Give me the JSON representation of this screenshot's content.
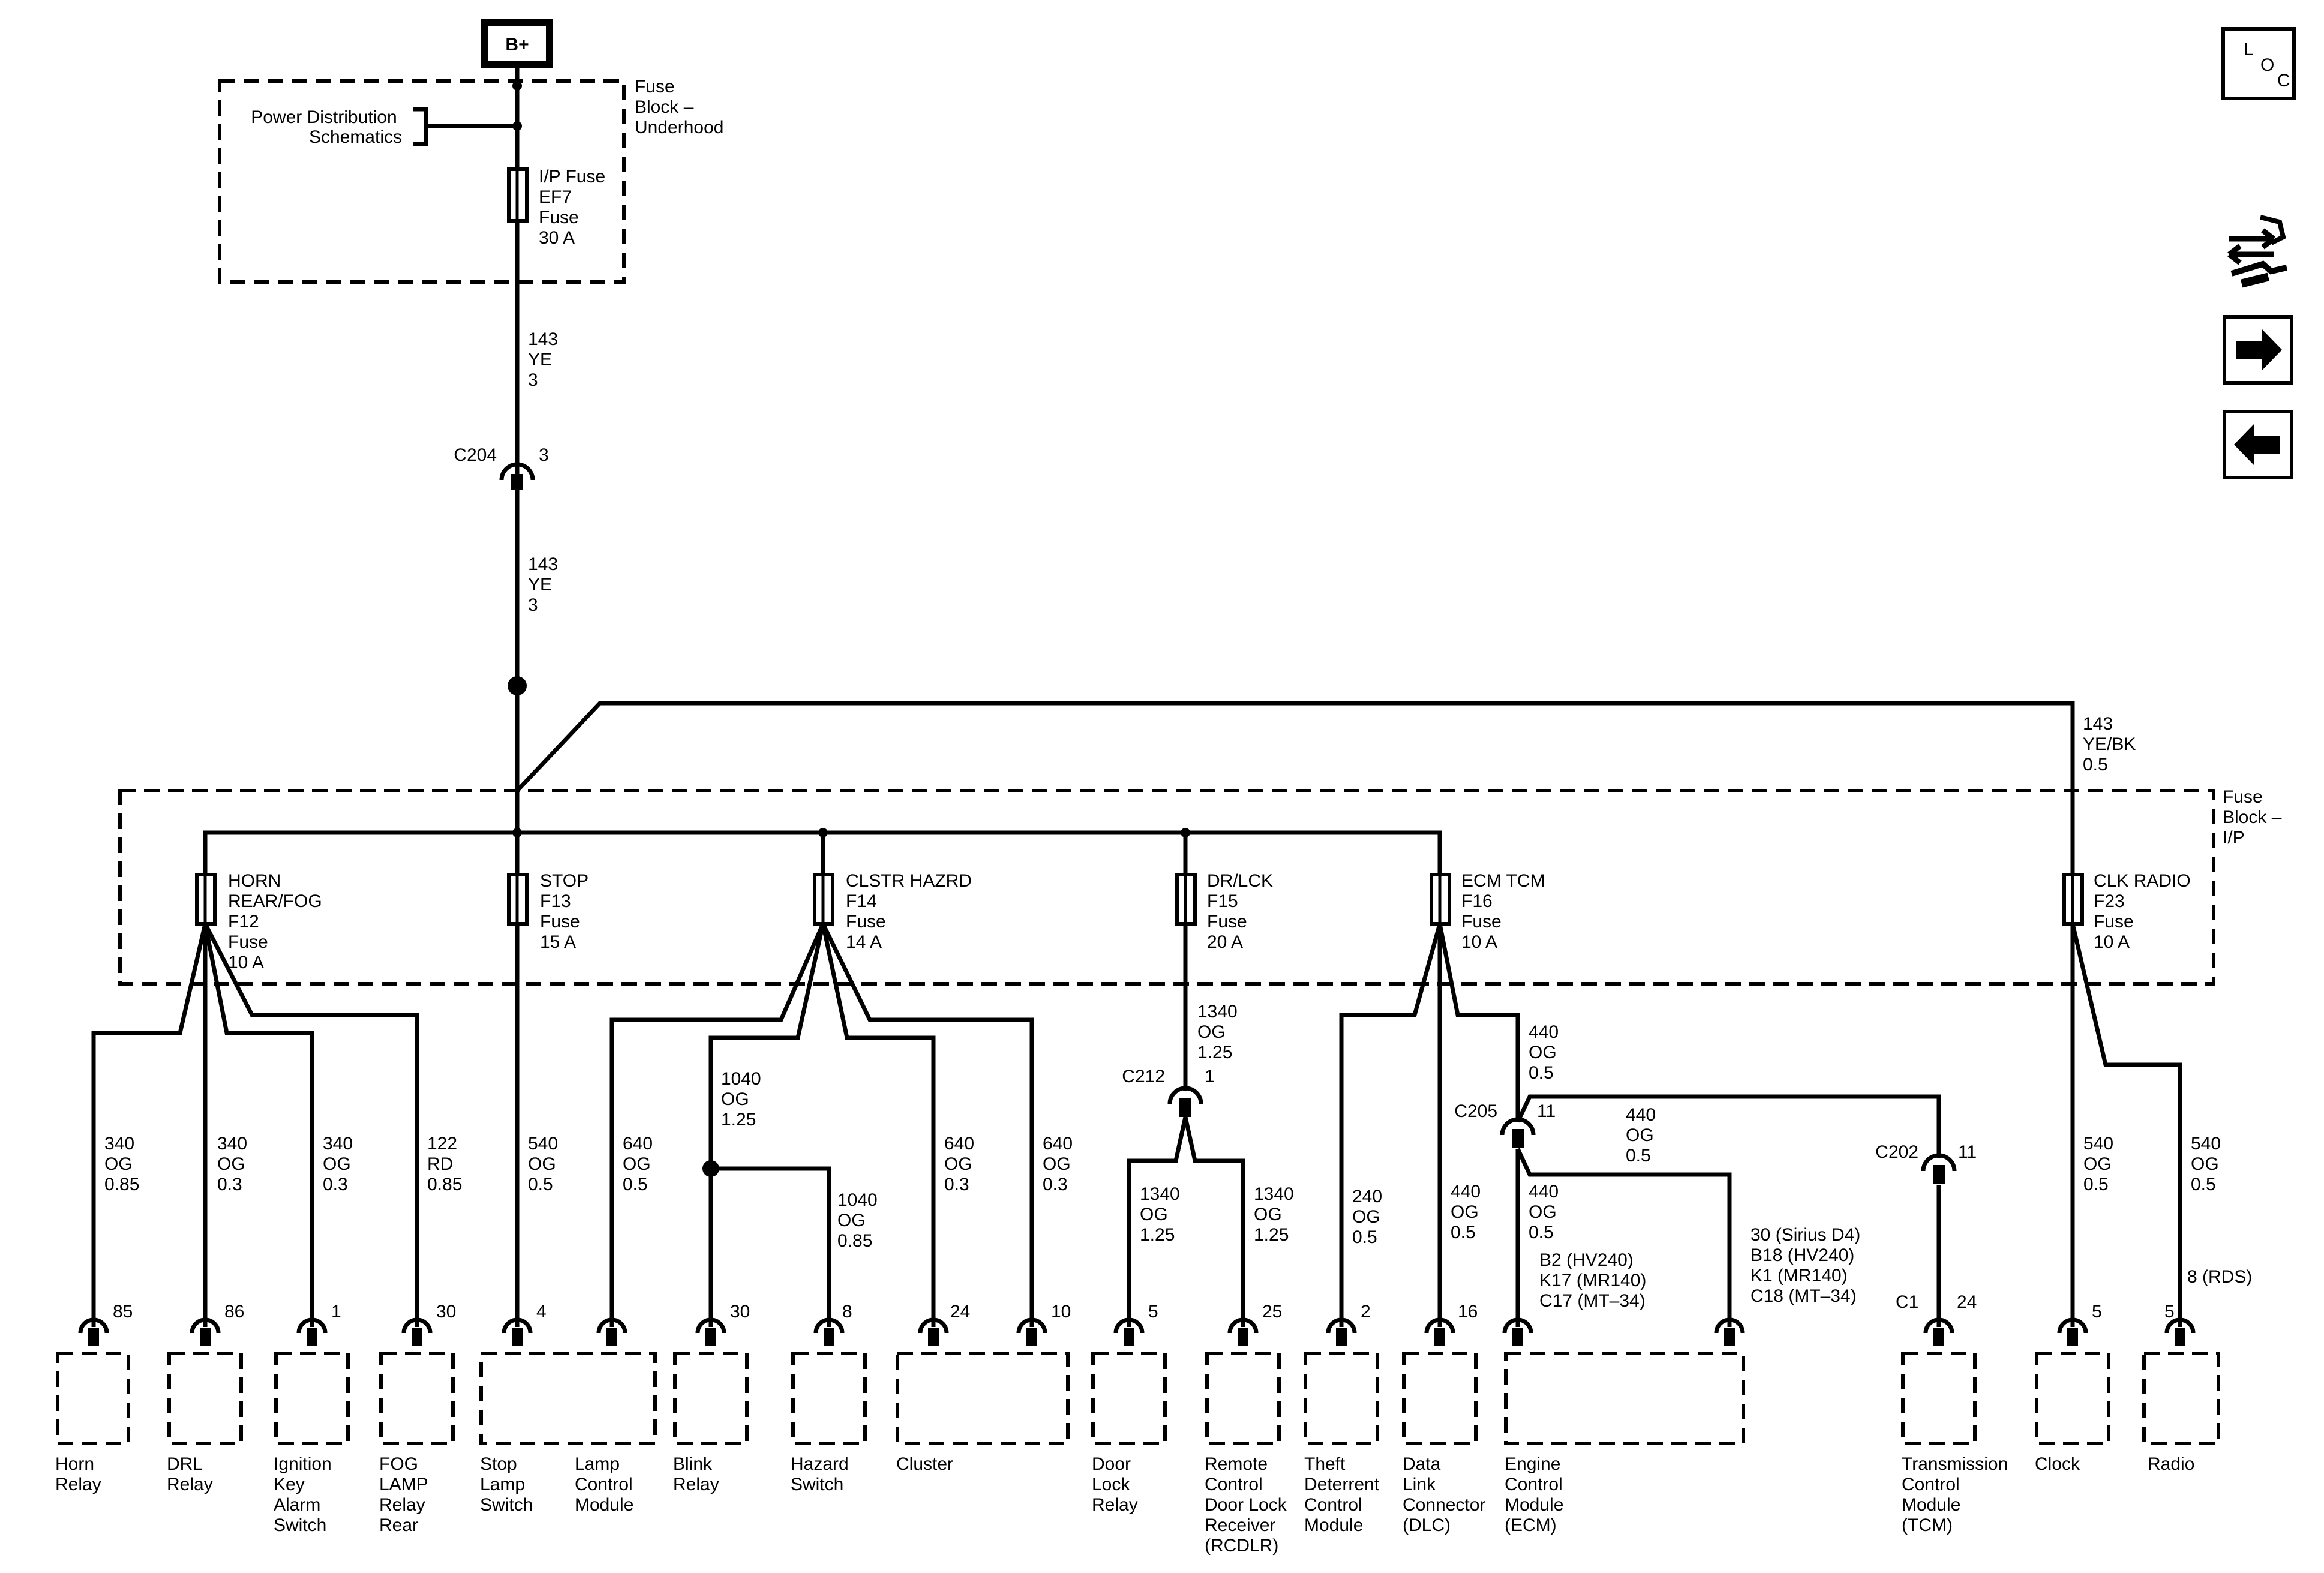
{
  "battery": {
    "label": "B+"
  },
  "fuse_block_underhood": {
    "title_lines": [
      "Fuse",
      "Block –",
      "Underhood"
    ],
    "power_distribution": [
      "Power Distribution",
      "Schematics"
    ],
    "ip_fuse": [
      "I/P Fuse",
      "EF7",
      "Fuse",
      "30 A"
    ]
  },
  "wire_main_upper": [
    "143",
    "YE",
    "3"
  ],
  "connector_c204": {
    "name": "C204",
    "pin": "3"
  },
  "wire_main_lower": [
    "143",
    "YE",
    "3"
  ],
  "wire_ye_bk": [
    "143",
    "YE/BK",
    "0.5"
  ],
  "fuse_block_ip": {
    "title_lines": [
      "Fuse",
      "Block –",
      "I/P"
    ]
  },
  "fuses": [
    {
      "id": "f12",
      "lines": [
        "HORN",
        "REAR/FOG",
        "F12",
        "Fuse",
        "10 A"
      ]
    },
    {
      "id": "f13",
      "lines": [
        "STOP",
        "F13",
        "Fuse",
        "15 A"
      ]
    },
    {
      "id": "f14",
      "lines": [
        "CLSTR HAZRD",
        "F14",
        "Fuse",
        "14 A"
      ]
    },
    {
      "id": "f15",
      "lines": [
        "DR/LCK",
        "F15",
        "Fuse",
        "20 A"
      ]
    },
    {
      "id": "f16",
      "lines": [
        "ECM TCM",
        "F16",
        "Fuse",
        "10 A"
      ]
    },
    {
      "id": "f23",
      "lines": [
        "CLK RADIO",
        "F23",
        "Fuse",
        "10 A"
      ]
    }
  ],
  "connector_c212": {
    "name": "C212",
    "pin": "1"
  },
  "wire_c212_in": [
    "1340",
    "OG",
    "1.25"
  ],
  "connector_c205": {
    "name": "C205",
    "pin": "11"
  },
  "wire_c205_in": [
    "440",
    "OG",
    "0.5"
  ],
  "wire_c205_tcm": [
    "440",
    "OG",
    "0.5"
  ],
  "wire_c205_ecm": [
    "440",
    "OG",
    "0.5"
  ],
  "connector_c202": {
    "name": "C202",
    "pin": "11"
  },
  "wire_1040_top": [
    "1040",
    "OG",
    "1.25"
  ],
  "wire_1040_hazard": [
    "1040",
    "OG",
    "0.85"
  ],
  "branch_wires": [
    {
      "id": "horn",
      "lines": [
        "340",
        "OG",
        "0.85"
      ]
    },
    {
      "id": "drl",
      "lines": [
        "340",
        "OG",
        "0.3"
      ]
    },
    {
      "id": "ign",
      "lines": [
        "340",
        "OG",
        "0.3"
      ]
    },
    {
      "id": "fog",
      "lines": [
        "122",
        "RD",
        "0.85"
      ]
    },
    {
      "id": "stop",
      "lines": [
        "540",
        "OG",
        "0.5"
      ]
    },
    {
      "id": "lamp",
      "lines": [
        "640",
        "OG",
        "0.5"
      ]
    },
    {
      "id": "cl24",
      "lines": [
        "640",
        "OG",
        "0.3"
      ]
    },
    {
      "id": "cl10",
      "lines": [
        "640",
        "OG",
        "0.3"
      ]
    },
    {
      "id": "door",
      "lines": [
        "1340",
        "OG",
        "1.25"
      ]
    },
    {
      "id": "rcdlr",
      "lines": [
        "1340",
        "OG",
        "1.25"
      ]
    },
    {
      "id": "theft",
      "lines": [
        "240",
        "OG",
        "0.5"
      ]
    },
    {
      "id": "dlc",
      "lines": [
        "440",
        "OG",
        "0.5"
      ]
    },
    {
      "id": "clock",
      "lines": [
        "540",
        "OG",
        "0.5"
      ]
    },
    {
      "id": "radio",
      "lines": [
        "540",
        "OG",
        "0.5"
      ]
    }
  ],
  "ecm_pins": [
    "B2  (HV240)",
    "K17  (MR140)",
    "C17  (MT–34)"
  ],
  "ecm_pins2": [
    "30  (Sirius D4)",
    "B18  (HV240)",
    "K1  (MR140)",
    "C18  (MT–34)"
  ],
  "radio_pin_note": "8 (RDS)",
  "tcm_connector": "C1",
  "pins": {
    "horn": "85",
    "drl": "86",
    "ign": "1",
    "fog": "30",
    "stop": "4",
    "blink": "30",
    "hazard": "8",
    "cl24": "24",
    "cl10": "10",
    "door": "5",
    "rcdlr": "25",
    "theft": "2",
    "dlc": "16",
    "tcm": "24",
    "clock": "5",
    "radio": "5"
  },
  "components": [
    {
      "id": "horn",
      "lines": [
        "Horn",
        "Relay"
      ]
    },
    {
      "id": "drl",
      "lines": [
        "DRL",
        "Relay"
      ]
    },
    {
      "id": "ign",
      "lines": [
        "Ignition",
        "Key",
        "Alarm",
        "Switch"
      ]
    },
    {
      "id": "fog",
      "lines": [
        "FOG",
        "LAMP",
        "Relay",
        "Rear"
      ]
    },
    {
      "id": "stop",
      "lines": [
        "Stop",
        "Lamp",
        "Switch"
      ]
    },
    {
      "id": "lamp",
      "lines": [
        "Lamp",
        "Control",
        "Module"
      ]
    },
    {
      "id": "blink",
      "lines": [
        "Blink",
        "Relay"
      ]
    },
    {
      "id": "hazard",
      "lines": [
        "Hazard",
        "Switch"
      ]
    },
    {
      "id": "cluster",
      "lines": [
        "Cluster"
      ]
    },
    {
      "id": "door",
      "lines": [
        "Door",
        "Lock",
        "Relay"
      ]
    },
    {
      "id": "rcdlr",
      "lines": [
        "Remote",
        "Control",
        "Door Lock",
        "Receiver",
        "(RCDLR)"
      ]
    },
    {
      "id": "theft",
      "lines": [
        "Theft",
        "Deterrent",
        "Control",
        "Module"
      ]
    },
    {
      "id": "dlc",
      "lines": [
        "Data",
        "Link",
        "Connector",
        "(DLC)"
      ]
    },
    {
      "id": "ecm",
      "lines": [
        "Engine",
        "Control",
        "Module",
        "(ECM)"
      ]
    },
    {
      "id": "tcm",
      "lines": [
        "Transmission",
        "Control",
        "Module",
        "(TCM)"
      ]
    },
    {
      "id": "clock",
      "lines": [
        "Clock"
      ]
    },
    {
      "id": "radio",
      "lines": [
        "Radio"
      ]
    }
  ],
  "nav": {
    "loc_letters": [
      "L",
      "O",
      "C"
    ]
  }
}
